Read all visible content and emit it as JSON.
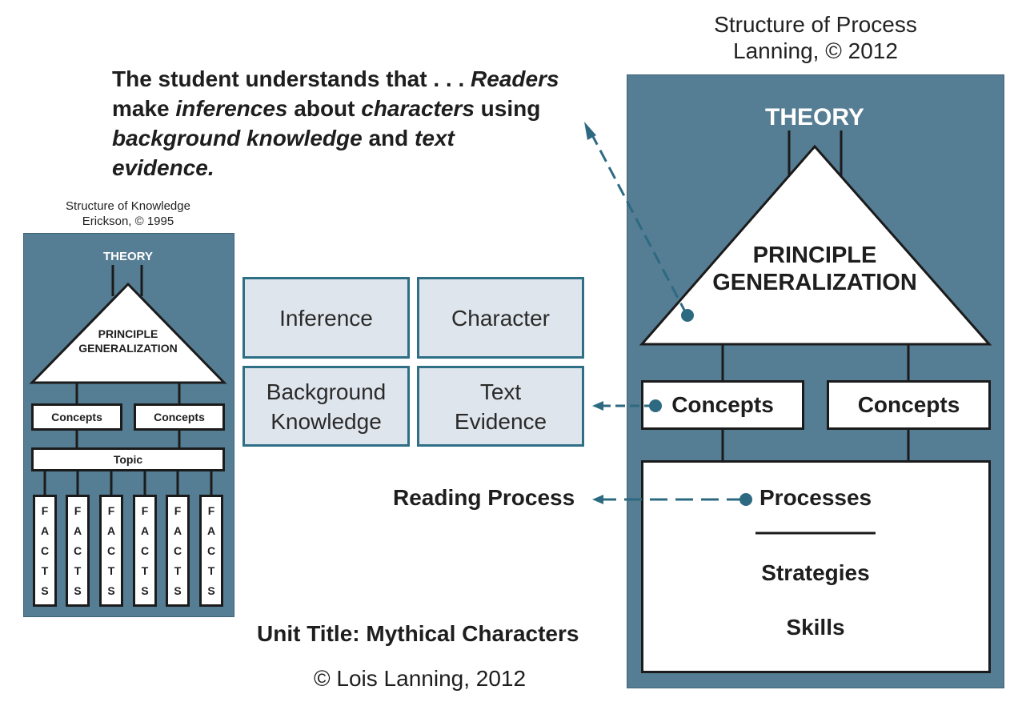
{
  "quote": {
    "line1a": "The student understands that . . . ",
    "line1b": "Readers",
    "line2a": "make ",
    "line2b": "inferences",
    "line2c": " about ",
    "line2d": "characters",
    "line2e": " using",
    "line3a": "background knowledge",
    "line3b": " and ",
    "line3c": "text",
    "line4": "evidence."
  },
  "knowledge": {
    "title_line1": "Structure of Knowledge",
    "title_line2": "Erickson, © 1995",
    "theory": "THEORY",
    "principle_line1": "PRINCIPLE",
    "principle_line2": "GENERALIZATION",
    "concepts_left": "Concepts",
    "concepts_right": "Concepts",
    "topic": "Topic",
    "facts_letters": [
      "F",
      "A",
      "C",
      "T",
      "S"
    ]
  },
  "concept_boxes": {
    "inference": "Inference",
    "character": "Character",
    "background_line1": "Background",
    "background_line2": "Knowledge",
    "text_line1": "Text",
    "text_line2": "Evidence"
  },
  "process": {
    "title_line1": "Structure of Process",
    "title_line2": "Lanning, © 2012",
    "theory": "THEORY",
    "principle_line1": "PRINCIPLE",
    "principle_line2": "GENERALIZATION",
    "concepts_left": "Concepts",
    "concepts_right": "Concepts",
    "processes": "Processes",
    "strategies": "Strategies",
    "skills": "Skills"
  },
  "reading_process": "Reading Process",
  "unit_title": "Unit Title: Mythical Characters",
  "copyright": "© Lois Lanning, 2012",
  "colors": {
    "panel": "#557d93",
    "arrow": "#2d6a82",
    "concept_box_fill": "#dfe5ec",
    "concept_box_border": "#2e6f86"
  }
}
